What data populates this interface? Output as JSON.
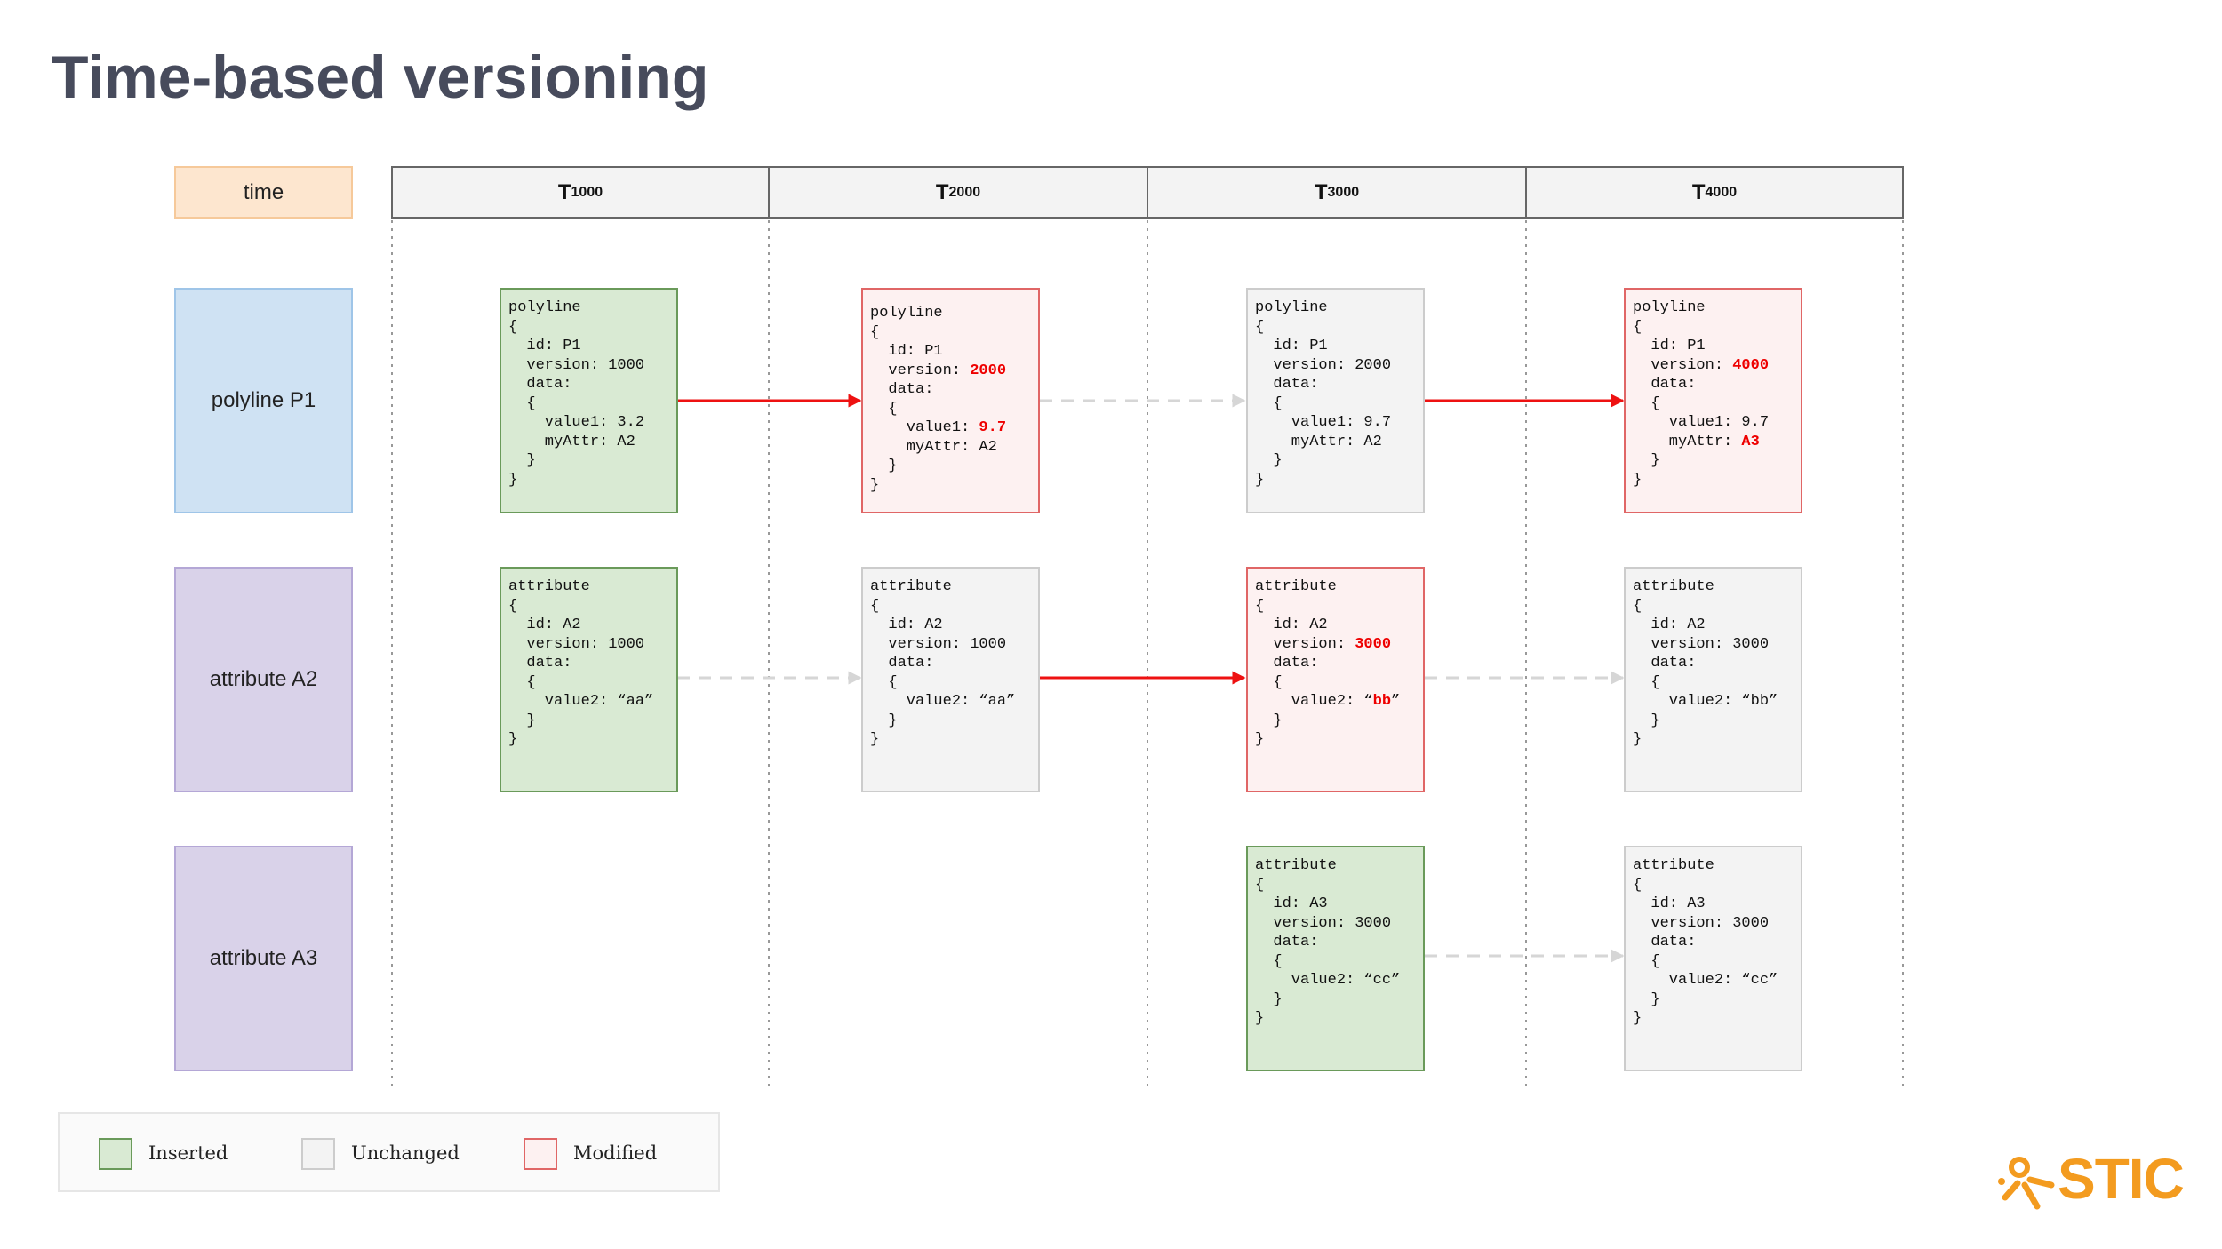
{
  "title": "Time-based versioning",
  "row_header": "time",
  "time_columns": [
    {
      "prefix": "T",
      "sub": "1000"
    },
    {
      "prefix": "T",
      "sub": "2000"
    },
    {
      "prefix": "T",
      "sub": "3000"
    },
    {
      "prefix": "T",
      "sub": "4000"
    }
  ],
  "rows": [
    "polyline P1",
    "attribute A2",
    "attribute A3"
  ],
  "cards": {
    "p1_t1000": {
      "status": "inserted",
      "lines": [
        "polyline",
        "{",
        "  id: P1",
        "  version: 1000",
        "  data:",
        "  {",
        "    value1: 3.2",
        "    myAttr: A2",
        "  }",
        "}"
      ],
      "highlights": []
    },
    "p1_t2000": {
      "status": "modified",
      "lines": [
        "polyline",
        "{",
        "  id: P1",
        "  version: 2000",
        "  data:",
        "  {",
        "    value1: 9.7",
        "    myAttr: A2",
        "  }",
        "}"
      ],
      "highlights": [
        "2000",
        "9.7"
      ]
    },
    "p1_t3000": {
      "status": "unchanged",
      "lines": [
        "polyline",
        "{",
        "  id: P1",
        "  version: 2000",
        "  data:",
        "  {",
        "    value1: 9.7",
        "    myAttr: A2",
        "  }",
        "}"
      ],
      "highlights": []
    },
    "p1_t4000": {
      "status": "modified",
      "lines": [
        "polyline",
        "{",
        "  id: P1",
        "  version: 4000",
        "  data:",
        "  {",
        "    value1: 9.7",
        "    myAttr: A3",
        "  }",
        "}"
      ],
      "highlights": [
        "4000",
        "A3"
      ]
    },
    "a2_t1000": {
      "status": "inserted",
      "lines": [
        "attribute",
        "{",
        "  id: A2",
        "  version: 1000",
        "  data:",
        "  {",
        "    value2: “aa”",
        "  }",
        "}"
      ],
      "highlights": []
    },
    "a2_t2000": {
      "status": "unchanged",
      "lines": [
        "attribute",
        "{",
        "  id: A2",
        "  version: 1000",
        "  data:",
        "  {",
        "    value2: “aa”",
        "  }",
        "}"
      ],
      "highlights": []
    },
    "a2_t3000": {
      "status": "modified",
      "lines": [
        "attribute",
        "{",
        "  id: A2",
        "  version: 3000",
        "  data:",
        "  {",
        "    value2: “bb”",
        "  }",
        "}"
      ],
      "highlights": [
        "3000",
        "bb"
      ]
    },
    "a2_t4000": {
      "status": "unchanged",
      "lines": [
        "attribute",
        "{",
        "  id: A2",
        "  version: 3000",
        "  data:",
        "  {",
        "    value2: “bb”",
        "  }",
        "}"
      ],
      "highlights": []
    },
    "a3_t3000": {
      "status": "inserted",
      "lines": [
        "attribute",
        "{",
        "  id: A3",
        "  version: 3000",
        "  data:",
        "  {",
        "    value2: “cc”",
        "  }",
        "}"
      ],
      "highlights": []
    },
    "a3_t4000": {
      "status": "unchanged",
      "lines": [
        "attribute",
        "{",
        "  id: A3",
        "  version: 3000",
        "  data:",
        "  {",
        "    value2: “cc”",
        "  }",
        "}"
      ],
      "highlights": []
    }
  },
  "arrows": [
    {
      "from": "p1_t1000",
      "to": "p1_t2000",
      "style": "solid-red"
    },
    {
      "from": "p1_t2000",
      "to": "p1_t3000",
      "style": "dashed-gray"
    },
    {
      "from": "p1_t3000",
      "to": "p1_t4000",
      "style": "solid-red"
    },
    {
      "from": "a2_t1000",
      "to": "a2_t2000",
      "style": "dashed-gray"
    },
    {
      "from": "a2_t2000",
      "to": "a2_t3000",
      "style": "solid-red"
    },
    {
      "from": "a2_t3000",
      "to": "a2_t4000",
      "style": "dashed-gray"
    },
    {
      "from": "a3_t3000",
      "to": "a3_t4000",
      "style": "dashed-gray"
    }
  ],
  "legend": [
    {
      "label": "Inserted",
      "status": "inserted"
    },
    {
      "label": "Unchanged",
      "status": "unchanged"
    },
    {
      "label": "Modified",
      "status": "modified"
    }
  ],
  "logo": {
    "text": "STIC",
    "icon": "stic-logo-icon",
    "color": "#f39b1f"
  },
  "colors": {
    "inserted_fill": "#d9ead3",
    "inserted_border": "#6a9a5a",
    "unchanged_fill": "#f3f3f3",
    "unchanged_border": "#cccccc",
    "modified_fill": "#fdf1f1",
    "modified_border": "#e06666",
    "highlight": "#ee0000",
    "arrow_solid": "#ee1111",
    "arrow_dashed": "#d6d6d6"
  }
}
